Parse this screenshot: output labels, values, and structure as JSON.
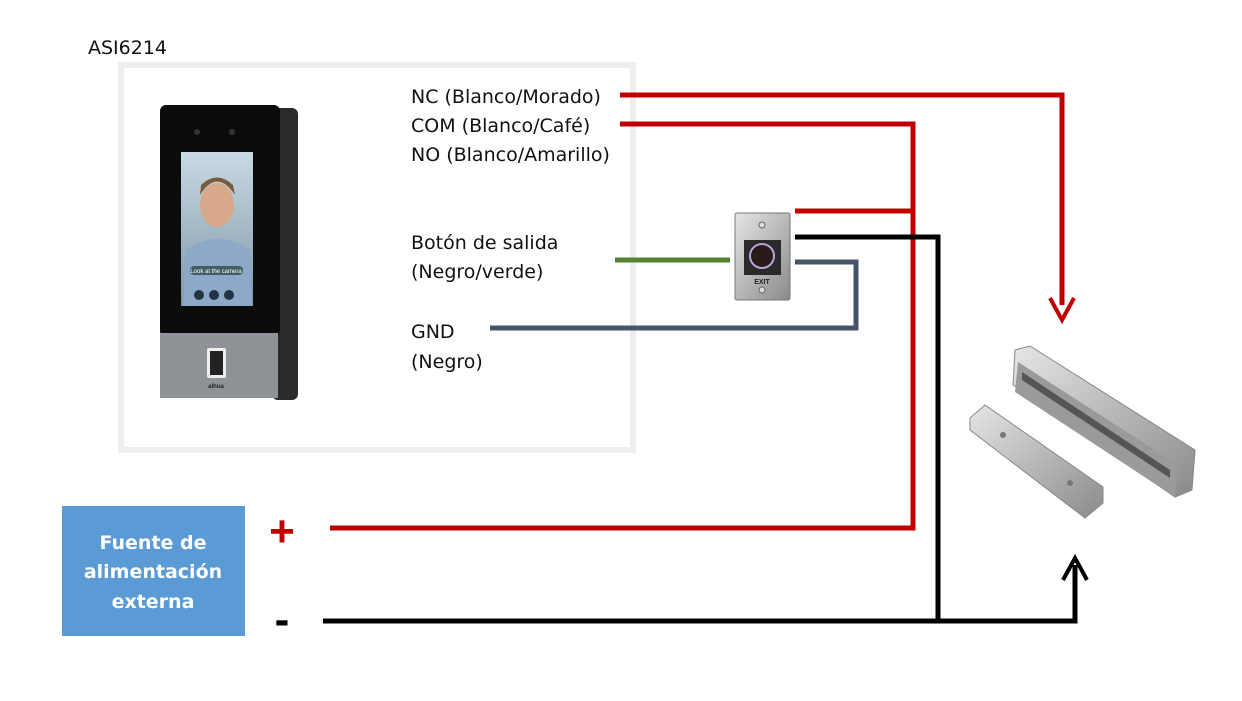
{
  "device": {
    "model": "ASI6214",
    "screen_prompt": "Look at the camera",
    "brand": "alhua"
  },
  "terminals": {
    "nc": "NC (Blanco/Morado)",
    "com": "COM (Blanco/Café)",
    "no": "NO (Blanco/Amarillo)",
    "exit_line1": "Botón de salida",
    "exit_line2": "(Negro/verde)",
    "gnd_line1": "GND",
    "gnd_line2": "(Negro)"
  },
  "exit_button": {
    "label": "EXIT"
  },
  "power_supply": {
    "line1": "Fuente de",
    "line2": "alimentación",
    "line3": "externa",
    "plus": "+",
    "minus": "-"
  },
  "colors": {
    "red_wire": "#c00000",
    "black_wire": "#000000",
    "green_wire": "#548235",
    "gnd_wire": "#44546a",
    "psu_box": "#5b9bd5",
    "frame": "#eeeeee"
  }
}
